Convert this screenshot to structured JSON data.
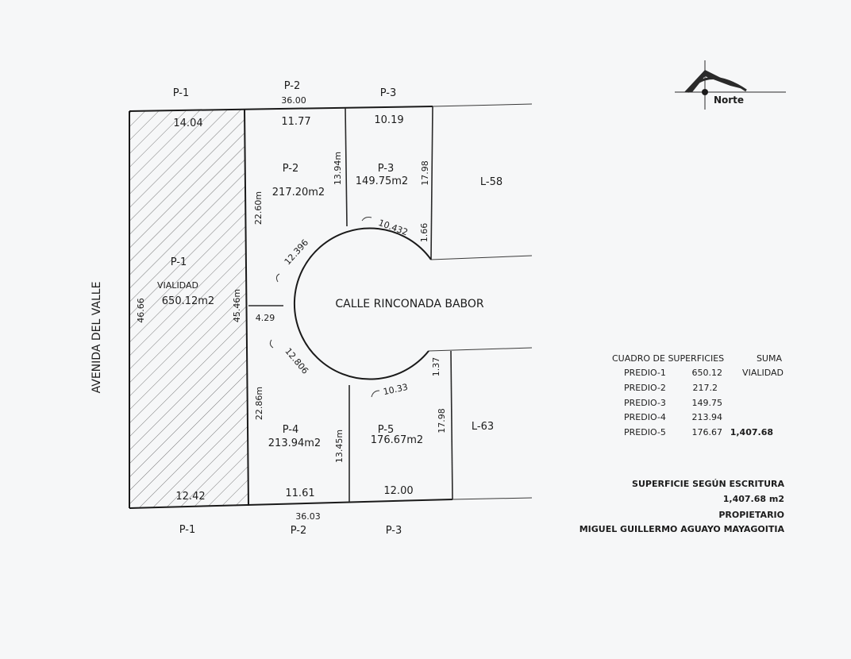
{
  "top_labels": {
    "p1": "P-1",
    "p2": "P-2",
    "p3": "P-3",
    "total": "36.00"
  },
  "bottom_labels": {
    "p1": "P-1",
    "p2": "P-2",
    "p3": "P-3",
    "total": "36.03"
  },
  "street_vertical": "AVENIDA DEL VALLE",
  "street_center": "CALLE RINCONADA BABOR",
  "north": {
    "label": "Norte",
    "icon": "north-arrow-icon"
  },
  "lots": {
    "p1": {
      "name": "P-1",
      "use": "VIALIDAD",
      "area": "650.12m2",
      "top": "14.04",
      "bottom": "12.42",
      "left": "46.66",
      "right": "45.46m"
    },
    "p2": {
      "name": "P-2",
      "area": "217.20m2",
      "top": "11.77",
      "left": "22.60m",
      "right": "13.94m",
      "arc": "12.396"
    },
    "p3": {
      "name": "P-3",
      "area": "149.75m2",
      "top": "10.19",
      "right": "17.98",
      "arc": "10.432",
      "small": "1.66"
    },
    "p4": {
      "name": "P-4",
      "area": "213.94m2",
      "bottom": "11.61",
      "left": "22.86m",
      "right": "13.45m",
      "arc": "12.806",
      "front": "4.29"
    },
    "p5": {
      "name": "P-5",
      "area": "176.67m2",
      "bottom": "12.00",
      "right": "17.98",
      "arc": "10.33",
      "small": "1.37"
    }
  },
  "neighbors": {
    "upper": "L-58",
    "lower": "L-63"
  },
  "table": {
    "title": "CUADRO DE SUPERFICIES",
    "sum_header": "SUMA",
    "vialidad": "VIALIDAD",
    "rows": [
      {
        "name": "PREDIO-1",
        "value": "650.12"
      },
      {
        "name": "PREDIO-2",
        "value": "217.2"
      },
      {
        "name": "PREDIO-3",
        "value": "149.75"
      },
      {
        "name": "PREDIO-4",
        "value": "213.94"
      },
      {
        "name": "PREDIO-5",
        "value": "176.67"
      }
    ],
    "total": "1,407.68"
  },
  "summary": {
    "superficie_label": "SUPERFICIE SEGÚN ESCRITURA",
    "superficie_value": "1,407.68 m2",
    "propietario_label": "PROPIETARIO",
    "propietario_name": "MIGUEL GUILLERMO AGUAYO MAYAGOITIA"
  }
}
